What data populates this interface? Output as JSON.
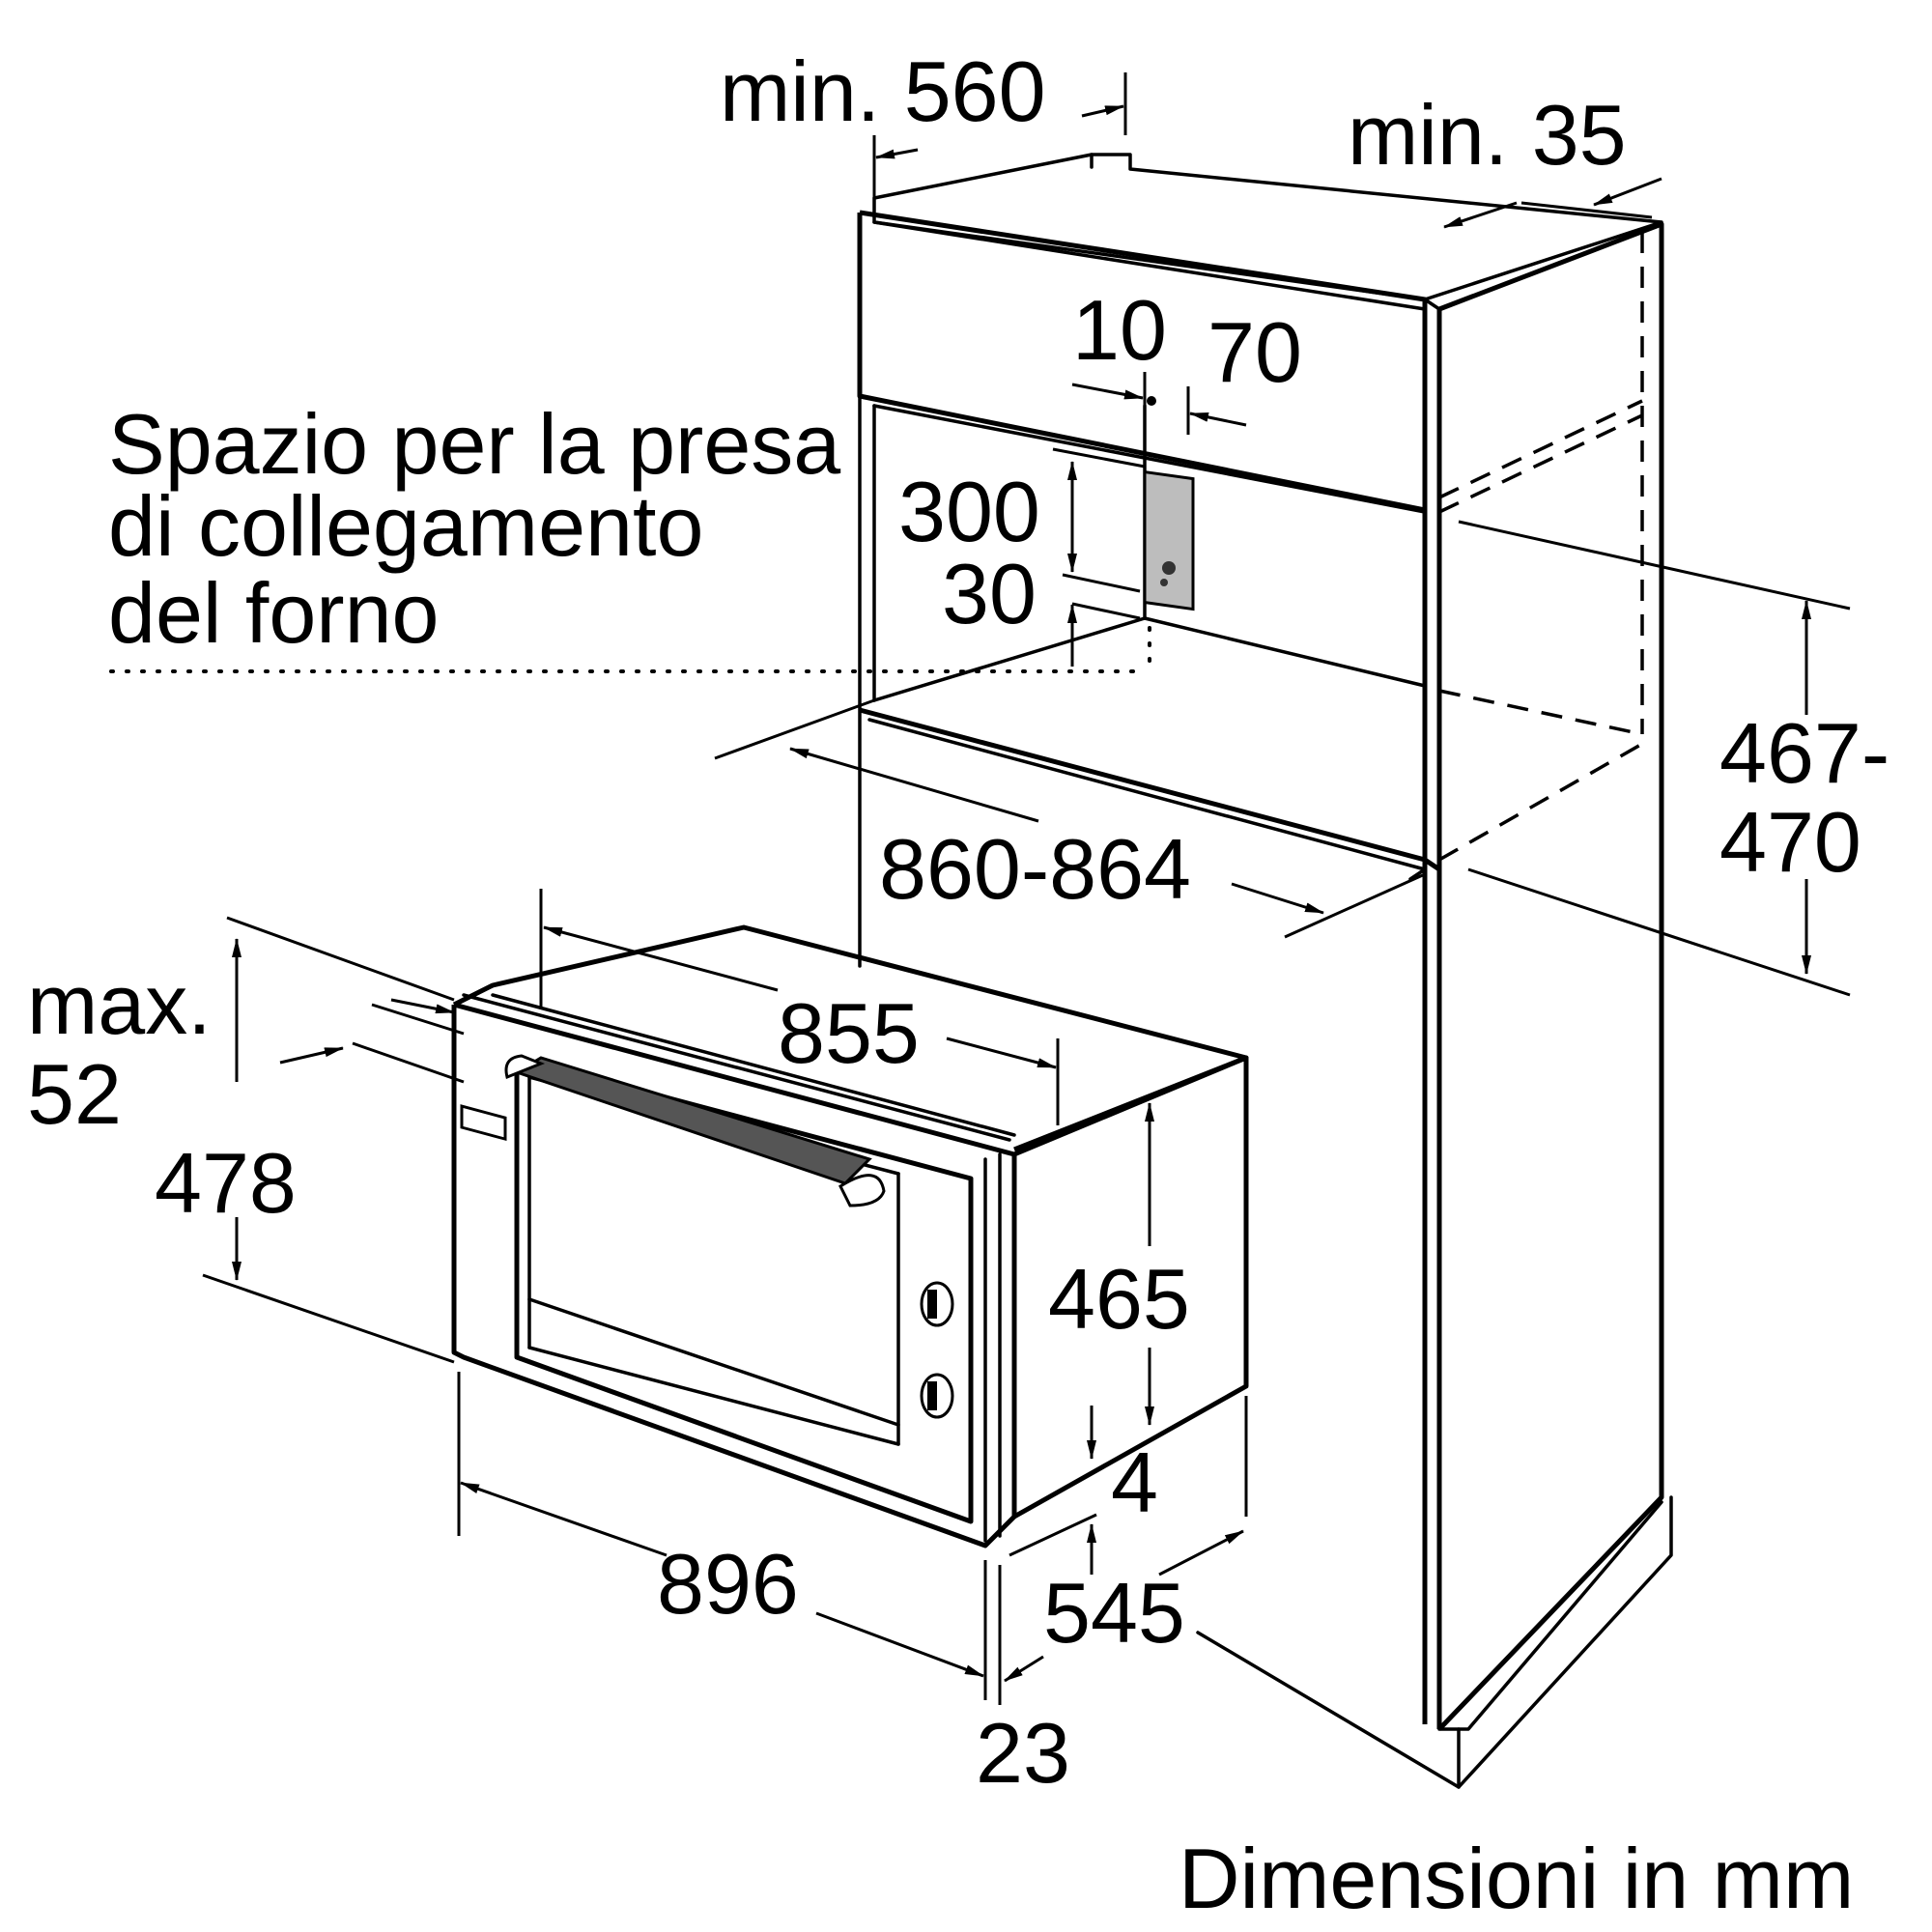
{
  "labels": {
    "min_560": "min. 560",
    "min_35": "min. 35",
    "d10": "10",
    "d70": "70",
    "d300": "300",
    "d30": "30",
    "socket_l1": "Spazio per la presa",
    "socket_l2": "di collegamento",
    "socket_l3": "del forno",
    "d467": "467-",
    "d470": "470",
    "d860": "860-864",
    "max_l1": "max.",
    "max_l2": "52",
    "d478": "478",
    "d855": "855",
    "d465": "465",
    "d4": "4",
    "d896": "896",
    "d545": "545",
    "d23": "23",
    "units": "Dimensioni in mm"
  }
}
